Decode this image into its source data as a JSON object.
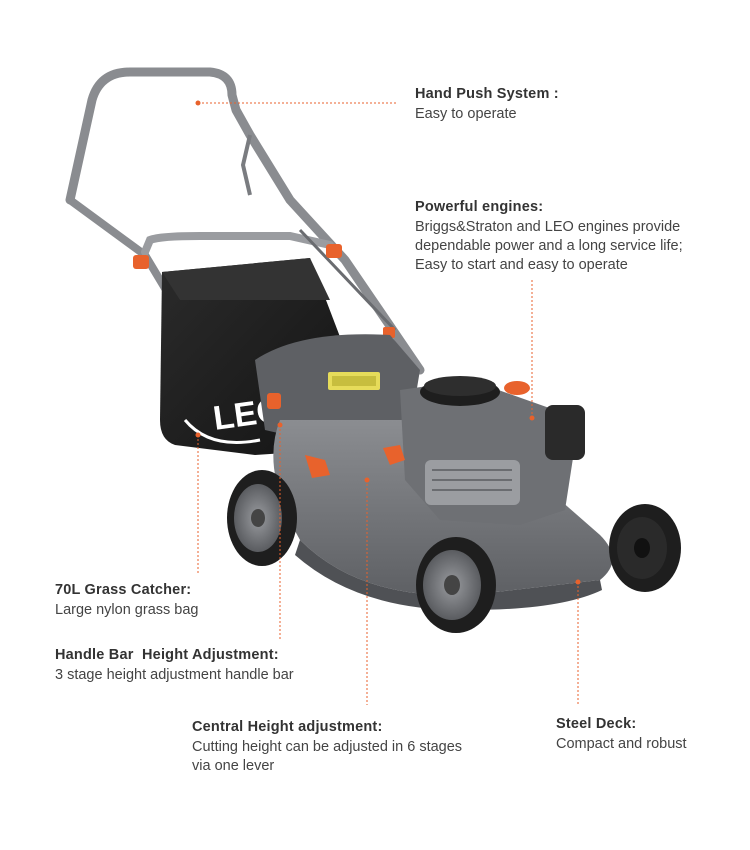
{
  "brand": "LEO",
  "callouts": {
    "hand_push": {
      "title": "Hand Push System :",
      "desc": [
        "Easy to operate"
      ]
    },
    "engines": {
      "title": "Powerful engines:",
      "desc": [
        "Briggs&Straton and LEO engines provide",
        "dependable power and a long service life;",
        "Easy to start and easy to operate"
      ]
    },
    "grass_catcher": {
      "title": "70L Grass Catcher:",
      "desc": [
        "Large nylon grass bag"
      ]
    },
    "handle_bar": {
      "title": "Handle Bar  Height Adjustment:",
      "desc": [
        "3 stage height adjustment handle bar"
      ]
    },
    "central_height": {
      "title": "Central Height adjustment:",
      "desc": [
        "Cutting height can be adjusted in 6 stages",
        "via one lever"
      ]
    },
    "steel_deck": {
      "title": "Steel Deck:",
      "desc": [
        "Compact and robust"
      ]
    }
  },
  "colors": {
    "accent": "#e8622c",
    "deck": "#7a7c80",
    "dark": "#2a2a2a",
    "text": "#333333"
  },
  "icons": [
    "lawn-mower-illustration"
  ]
}
